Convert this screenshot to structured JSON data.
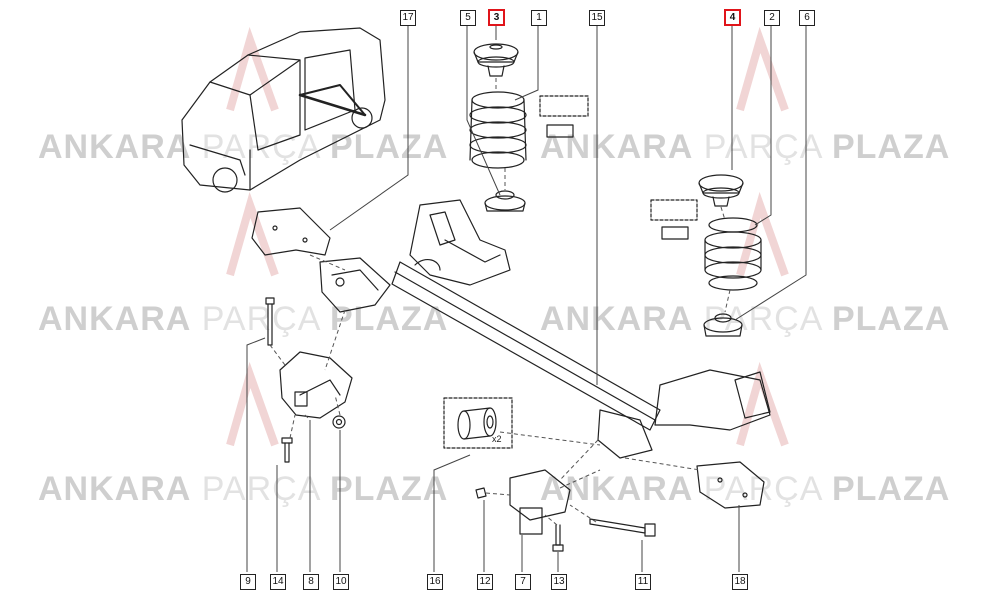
{
  "watermark": {
    "brand": "ANKARA",
    "middle": "PARÇA",
    "end": "PLAZA"
  },
  "callouts": [
    {
      "id": "17",
      "text": "17",
      "highlight": false
    },
    {
      "id": "5",
      "text": "5",
      "highlight": false
    },
    {
      "id": "3",
      "text": "3",
      "highlight": true
    },
    {
      "id": "1",
      "text": "1",
      "highlight": false
    },
    {
      "id": "15",
      "text": "15",
      "highlight": false
    },
    {
      "id": "4",
      "text": "4",
      "highlight": true
    },
    {
      "id": "2",
      "text": "2",
      "highlight": false
    },
    {
      "id": "6",
      "text": "6",
      "highlight": false
    },
    {
      "id": "9",
      "text": "9",
      "highlight": false
    },
    {
      "id": "14",
      "text": "14",
      "highlight": false
    },
    {
      "id": "8",
      "text": "8",
      "highlight": false
    },
    {
      "id": "10",
      "text": "10",
      "highlight": false
    },
    {
      "id": "16",
      "text": "16",
      "highlight": false
    },
    {
      "id": "12",
      "text": "12",
      "highlight": false
    },
    {
      "id": "7",
      "text": "7",
      "highlight": false
    },
    {
      "id": "13",
      "text": "13",
      "highlight": false
    },
    {
      "id": "11",
      "text": "11",
      "highlight": false
    },
    {
      "id": "18",
      "text": "18",
      "highlight": false
    }
  ],
  "quantity_note": "x2",
  "colors": {
    "highlight": "#e0141a",
    "line": "#222222",
    "watermark": "#d0d0d0"
  }
}
